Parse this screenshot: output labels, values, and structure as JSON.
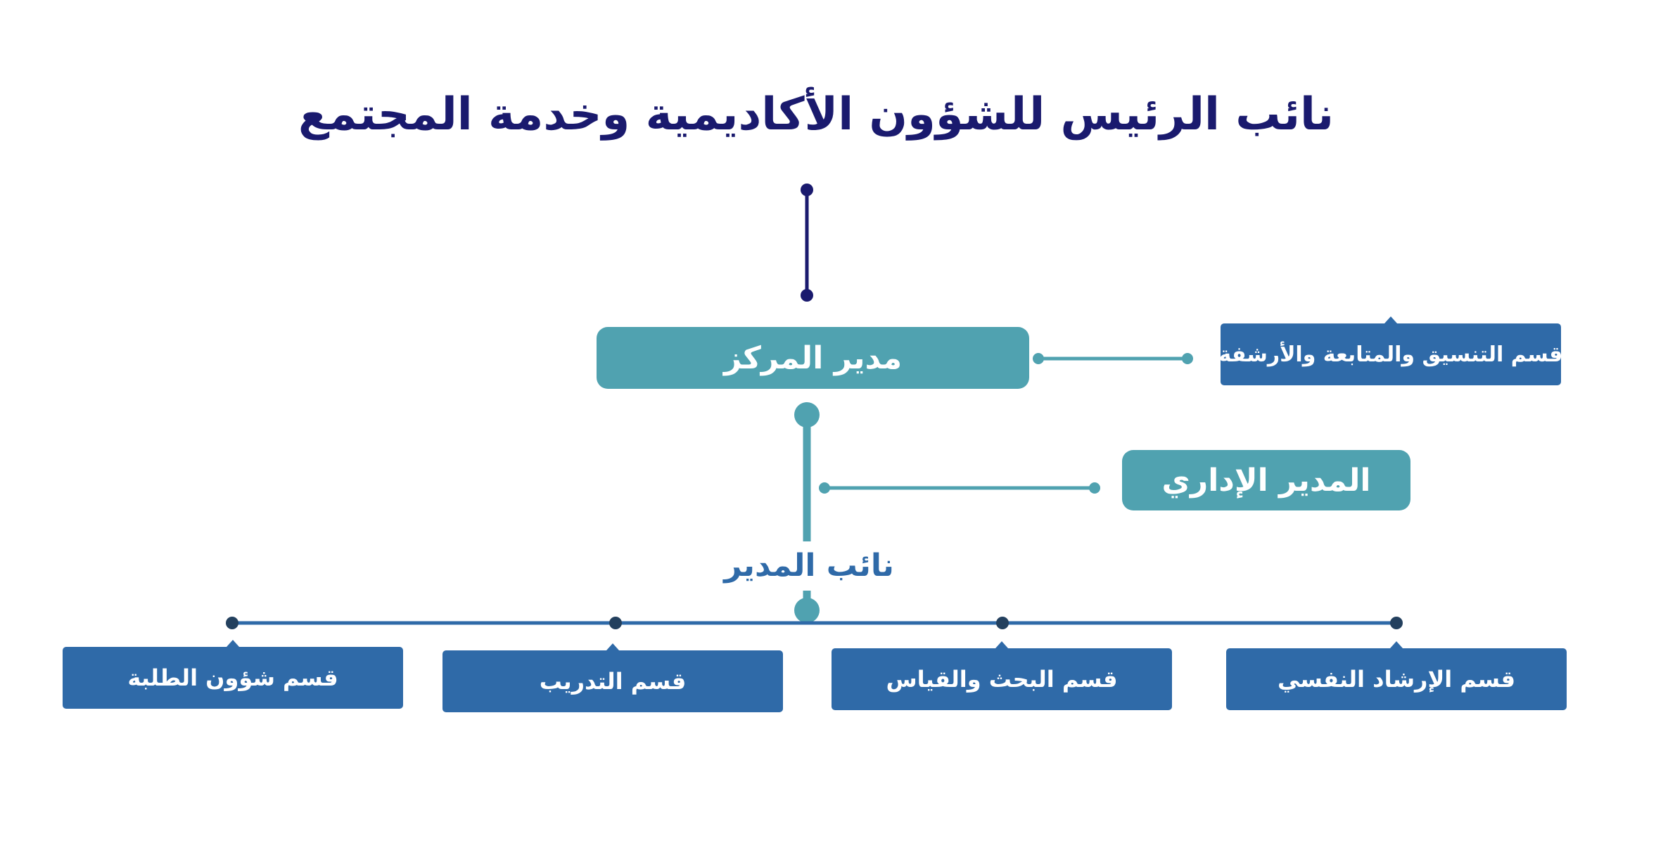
{
  "title": "نائب الرئيس للشؤون الأكاديمية وخدمة المجتمع",
  "center_director": "مدير المركز",
  "coordination_dept": "قسم التنسيق والمتابعة والأرشفة",
  "admin_director": "المدير الإداري",
  "deputy_director": "نائب المدير",
  "departments": [
    "قسم شؤون الطلبة",
    "قسم التدريب",
    "قسم البحث والقياس",
    "قسم الإرشاد النفسي"
  ],
  "colors": {
    "title": "#1a1a6e",
    "teal": "#50a2b0",
    "blue": "#2f6aa8",
    "dark_connector": "#23405e"
  }
}
